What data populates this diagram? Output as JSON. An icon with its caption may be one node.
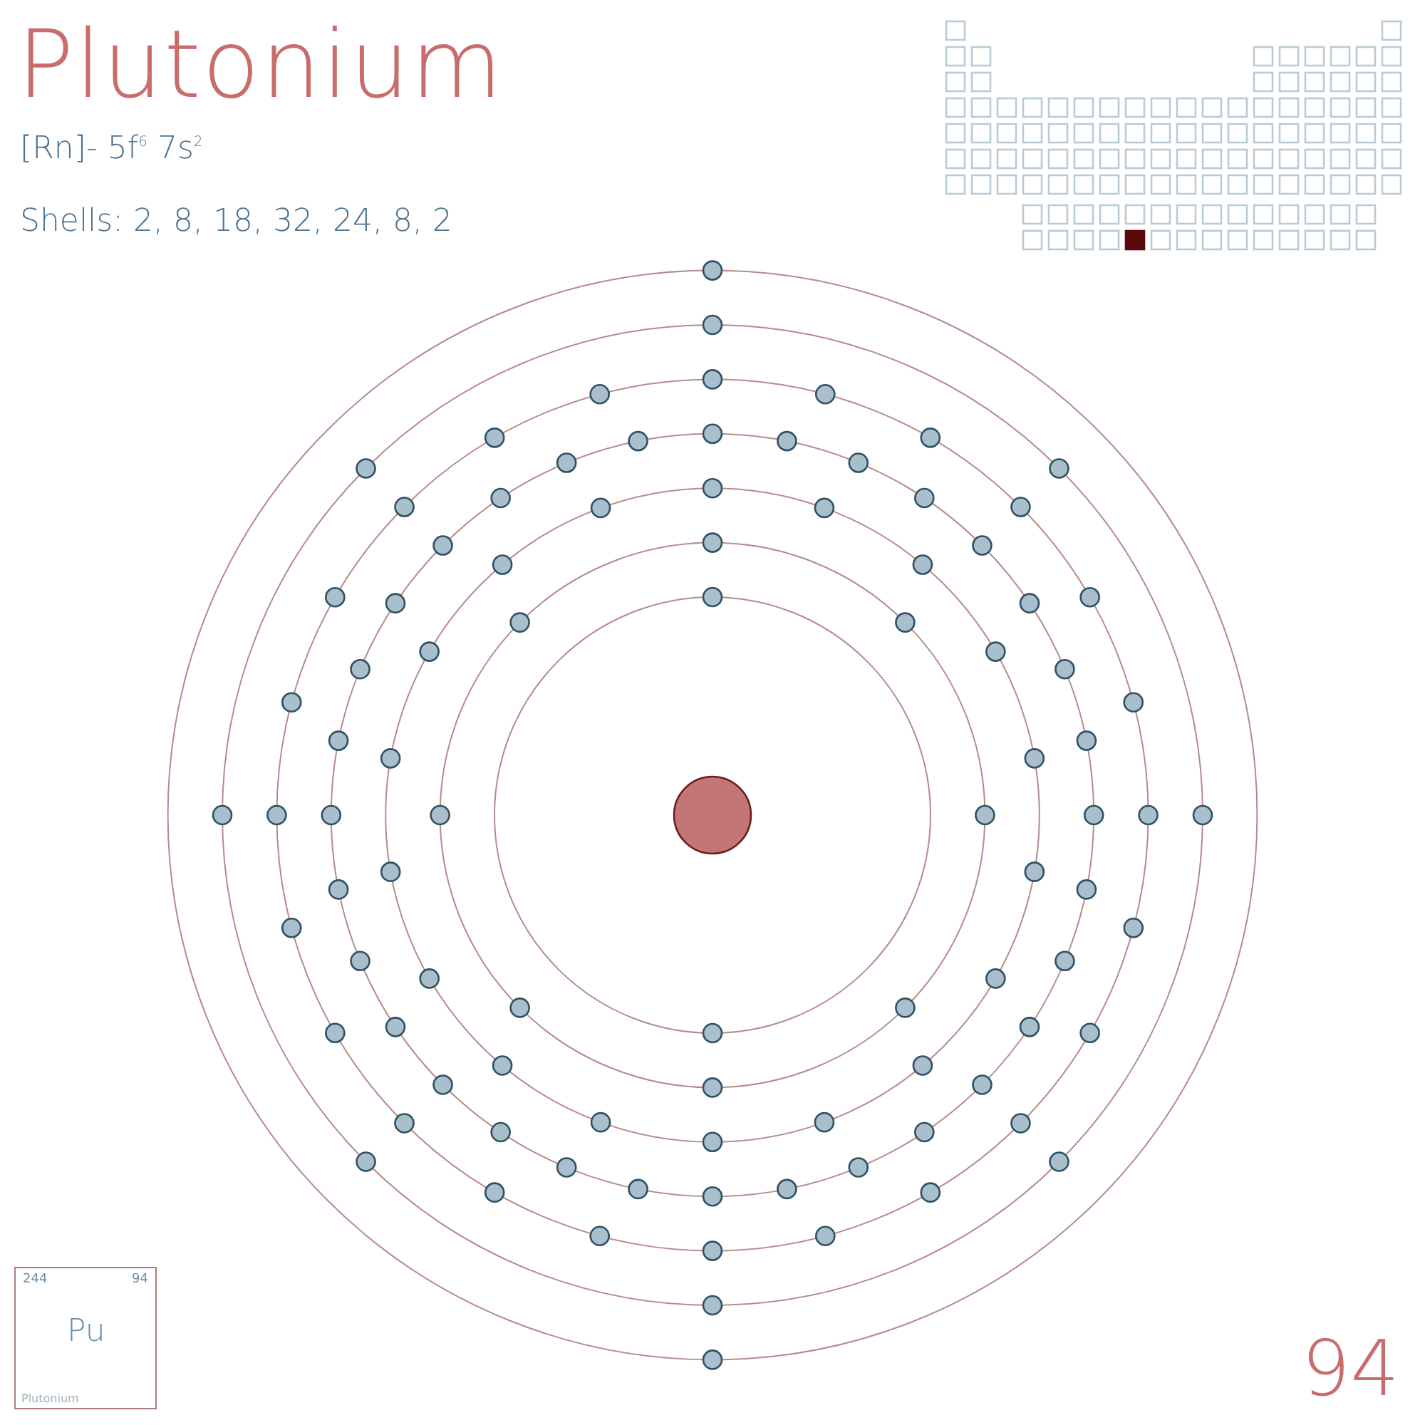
{
  "diagram": {
    "title": "Plutonium",
    "nodes": [
      {
        "text": [
          "244",
          "94",
          "Pu",
          "Plutonium"
        ]
      }
    ],
    "labels": [
      "[Rn]- 5f$^{6}$ 7s$^{2}$",
      "Shells: 2, 8, 18, 32, 24, 8, 2",
      "94"
    ]
  }
}
